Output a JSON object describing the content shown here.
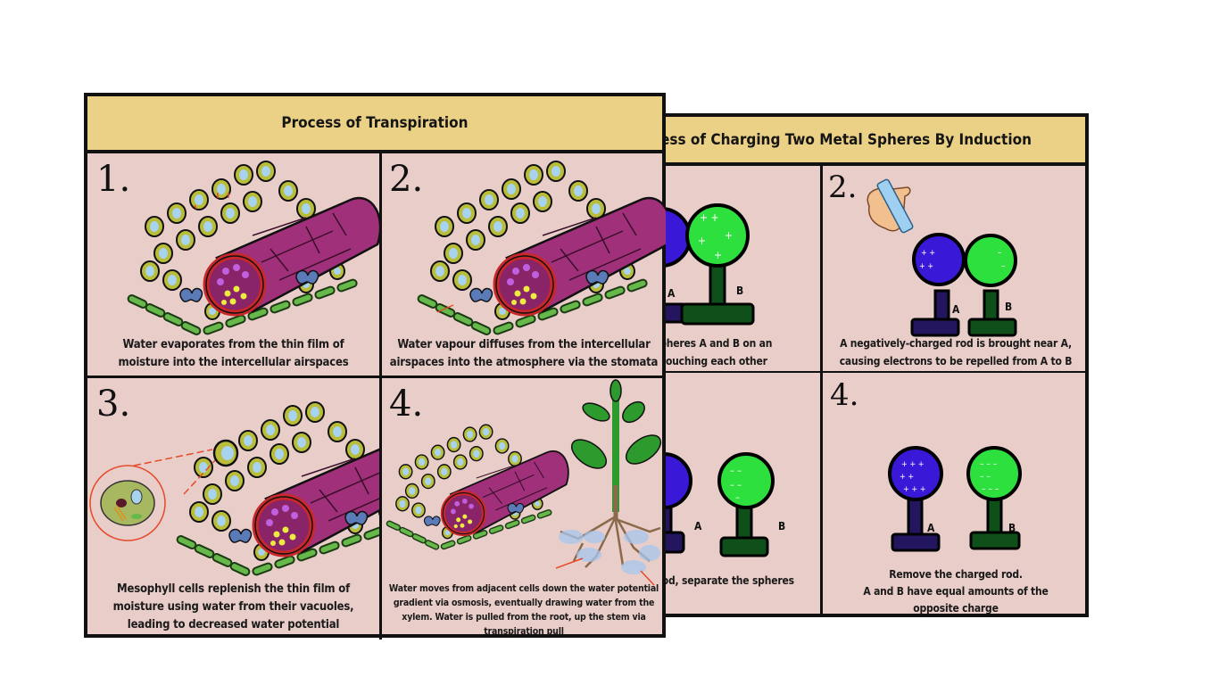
{
  "colors": {
    "card_bg": "#e9cdc9",
    "header_bg": "#ebd185",
    "sphere_a": "#3a18d8",
    "sphere_b": "#2ee03e",
    "stand_a": "#24165e",
    "stand_b": "#0f4f1a",
    "vascular": "#a0307a",
    "mesophyll": "#b9bd3a",
    "epidermis": "#66b84a",
    "water_halo": "#a7d3ef"
  },
  "transpiration": {
    "title": "Process of Transpiration",
    "panels": [
      {
        "number": "1.",
        "caption_lines": [
          "Water evaporates from the thin film of",
          "moisture into the intercellular airspaces"
        ]
      },
      {
        "number": "2.",
        "caption_lines": [
          "Water vapour diffuses from the intercellular",
          "airspaces into the atmosphere via the stomata"
        ]
      },
      {
        "number": "3.",
        "caption_lines": [
          "Mesophyll cells replenish the thin film of",
          "moisture using water from their vacuoles,",
          "leading to decreased water potential"
        ]
      },
      {
        "number": "4.",
        "caption_lines": [
          "Water moves from adjacent cells down the water potential",
          "gradient via osmosis, eventually drawing water from the",
          "xylem. Water is pulled from the root, up the stem via",
          "transpiration pull"
        ]
      }
    ]
  },
  "induction": {
    "title_visible": "ess of Charging Two Metal Spheres By Induction",
    "panels": [
      {
        "number": "",
        "caption_lines": [
          "l spheres A and B on an",
          "d, touching each other"
        ],
        "labels": [
          "A",
          "B"
        ]
      },
      {
        "number": "2.",
        "caption_lines": [
          "A negatively-charged rod is brought near A,",
          "causing electrons to be repelled from A to B"
        ],
        "labels": [
          "A",
          "B"
        ]
      },
      {
        "number": "",
        "caption_lines": [
          "e rod, separate the spheres"
        ],
        "labels": [
          "A",
          "B"
        ]
      },
      {
        "number": "4.",
        "caption_lines": [
          "Remove the charged rod.",
          "A and B have equal amounts of the",
          "opposite charge"
        ],
        "labels": [
          "A",
          "B"
        ]
      }
    ]
  }
}
